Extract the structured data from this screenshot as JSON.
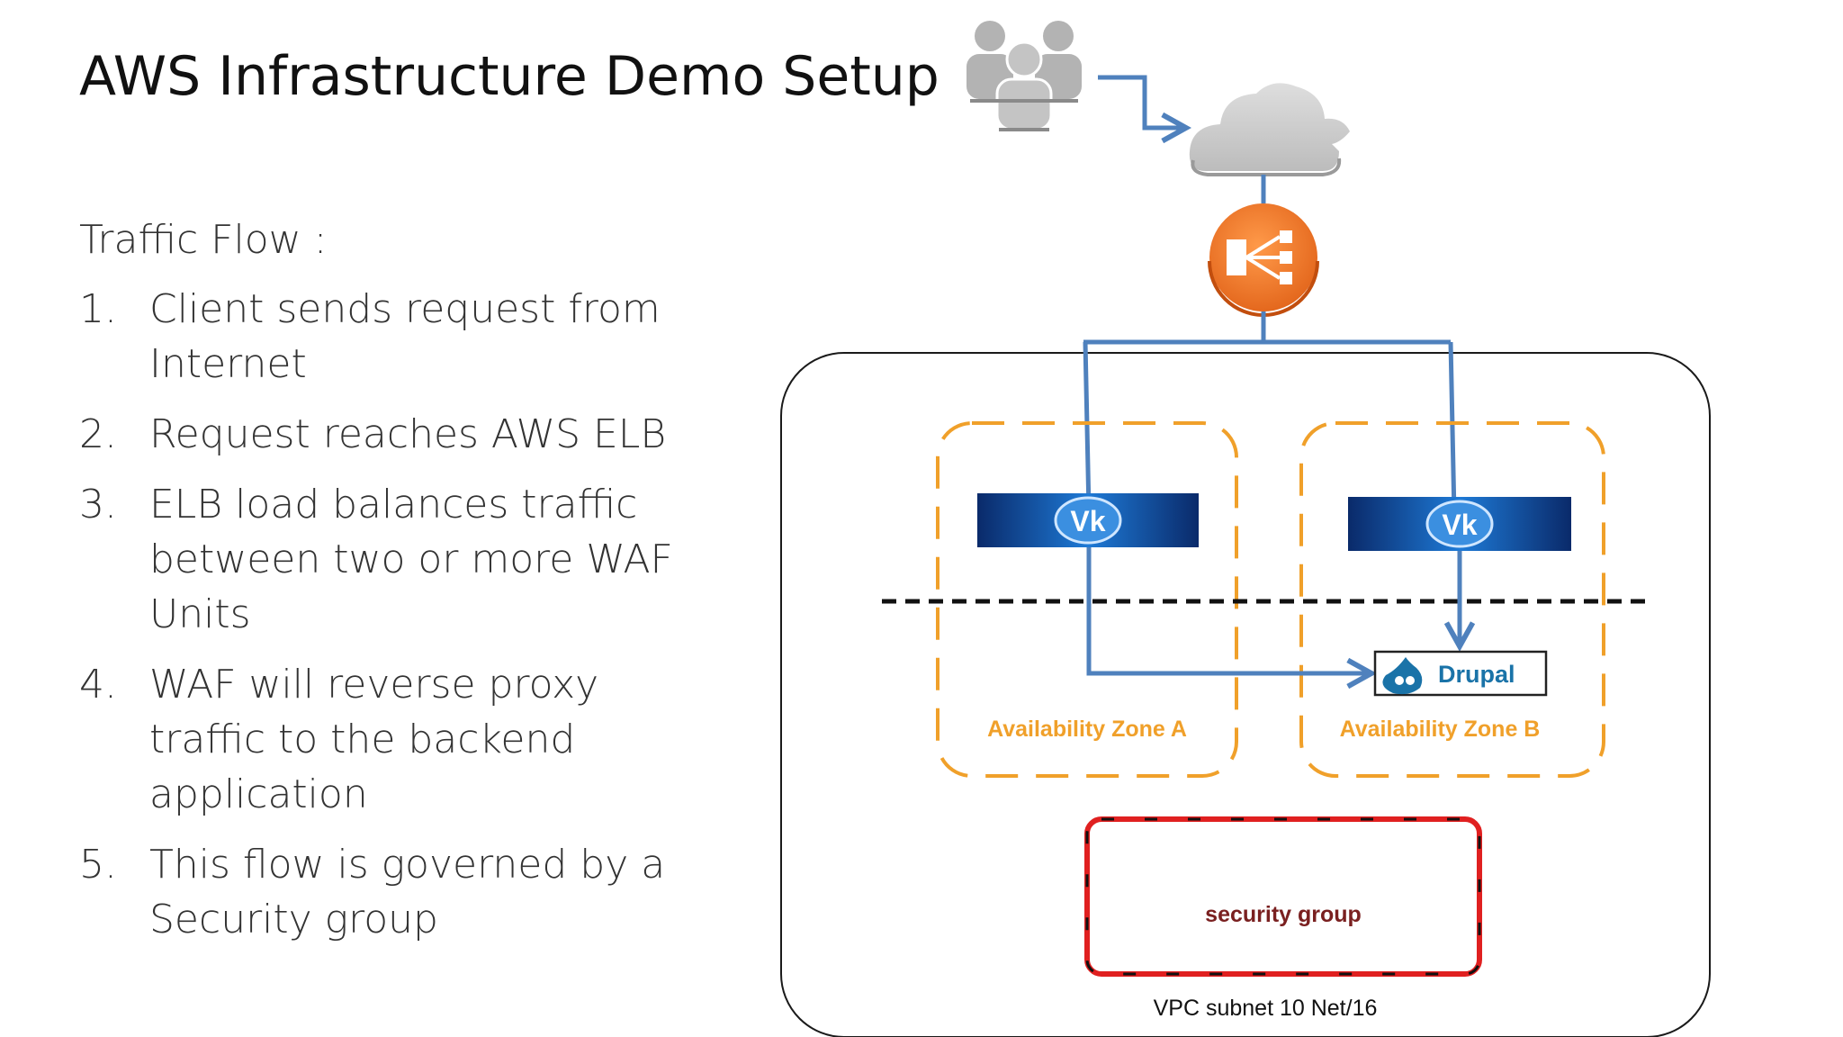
{
  "slide": {
    "title": "AWS Infrastructure Demo Setup"
  },
  "traffic_flow": {
    "heading": "Traffic Flow :",
    "steps": [
      {
        "num": "1.",
        "text": "Client sends request from Internet"
      },
      {
        "num": "2.",
        "text": "Request reaches AWS ELB"
      },
      {
        "num": "3.",
        "text": "ELB load balances traffic between two or more WAF Units"
      },
      {
        "num": "4.",
        "text": "WAF will reverse proxy traffic to the backend application"
      },
      {
        "num": "5.",
        "text": "This flow is governed by a Security group"
      }
    ]
  },
  "diagram": {
    "icons": {
      "users": "users-group-icon",
      "internet": "cloud-icon",
      "load_balancer": "elb-load-balancer-icon",
      "waf": "waf-logo-icon",
      "app": "drupal-logo-icon"
    },
    "waf_logo_text": "Vk",
    "drupal_label": "Drupal",
    "zone_a_label": "Availability Zone A",
    "zone_b_label": "Availability Zone B",
    "security_group_label": "security group",
    "vpc_label": "VPC subnet 10 Net/16",
    "colors": {
      "arrow": "#4f81bd",
      "zone_border": "#f0a02a",
      "security_border": "#e02020",
      "elb": "#f07a2a",
      "cloud": "#cfcfcf",
      "users": "#b0b0b0"
    }
  }
}
